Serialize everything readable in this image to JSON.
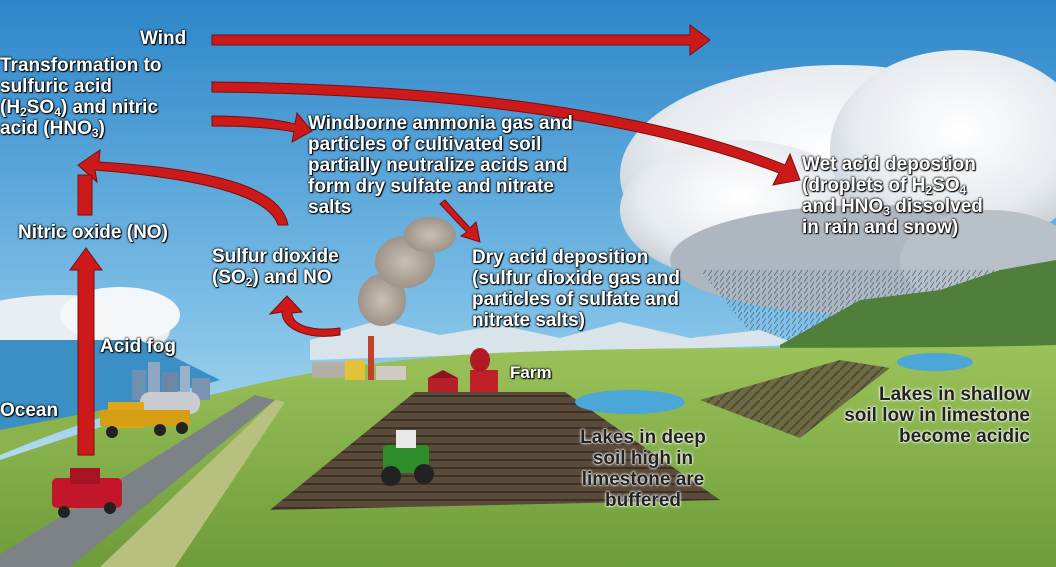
{
  "labels": {
    "wind": "Wind",
    "transformation": {
      "l1": "Transformation to",
      "l2": "sulfuric acid",
      "l3a": "(H",
      "l3b": "2",
      "l3c": "SO",
      "l3d": "4",
      "l3e": ") and nitric",
      "l4a": "acid (HNO",
      "l4b": "3",
      "l4c": ")"
    },
    "windborne": {
      "l1": "Windborne ammonia gas and",
      "l2": "particles of cultivated soil",
      "l3": "partially neutralize acids and",
      "l4": "form dry sulfate and nitrate",
      "l5": "salts"
    },
    "wet_deposition": {
      "l1": "Wet acid depostion",
      "l2a": "(droplets of H",
      "l2b": "2",
      "l2c": "SO",
      "l2d": "4",
      "l3a": "and HNO",
      "l3b": "3",
      "l3c": " dissolved",
      "l4": "in rain and snow)"
    },
    "nitric_oxide": "Nitric oxide (NO)",
    "sulfur_dioxide": {
      "l1": "Sulfur dioxide",
      "l2a": "(SO",
      "l2b": "2",
      "l2c": ") and NO"
    },
    "dry_deposition": {
      "l1": "Dry acid deposition",
      "l2": "(sulfur dioxide gas and",
      "l3": "particles of sulfate and",
      "l4": "nitrate salts)"
    },
    "acid_fog": "Acid fog",
    "ocean": "Ocean",
    "farm": "Farm",
    "lakes_deep": {
      "l1": "Lakes in deep",
      "l2": "soil high in",
      "l3": "limestone are",
      "l4": "buffered"
    },
    "lakes_shallow": {
      "l1": "Lakes in shallow",
      "l2": "soil low in limestone",
      "l3": "become acidic"
    }
  },
  "colors": {
    "arrow": "#cc1a1a",
    "sky_top": "#2d86c9",
    "sky_bottom": "#bfe0f2",
    "ground": "#7fae46",
    "ocean": "#3a8fc4"
  }
}
